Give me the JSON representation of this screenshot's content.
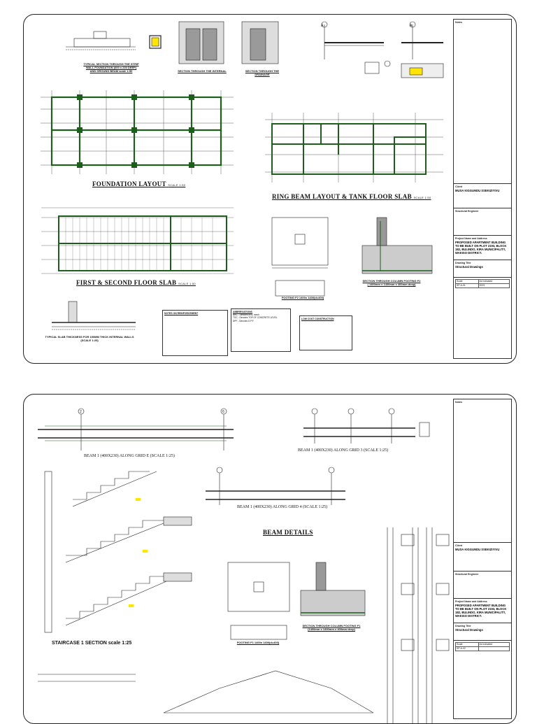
{
  "sheet1": {
    "titles": {
      "strip_section": "TYPICAL SECTION THROUGH THE STRIP",
      "strip_section_2": "WALL FOUNDATION (600 x 230 DEEP)",
      "strip_section_3": "AND GROUND BEAM scale 1:50",
      "internal_section": "SECTION THROUGH THE INTERNAL",
      "drainage_section": "SECTION THROUGH THE DRAINAGE",
      "foundation": "FOUNDATION LAYOUT",
      "foundation_scale": "SCALE 1:50",
      "ring_beam": "RING BEAM LAYOUT & TANK FLOOR SLAB",
      "ring_scale": "SCALE 1:50",
      "floor_slab": "FIRST & SECOND FLOOR SLAB",
      "floor_scale": "SCALE 1:50",
      "column_section": "SECTION THROUGH COLUMN FOOTING F2",
      "column_section_dim": "( 1400mm x 1400mm x 400mm deep)",
      "footing": "FOOTING F2 1400x 1400(d=400)",
      "slab_thickness": "TYPICAL SLAB THICKNESS FOR 150MM THICK INTERNAL WALLS",
      "slab_scale": "(SCALE 1:25)"
    },
    "notes": {
      "abbreviations_title": "ABBREVIATIONS",
      "abbreviations": [
        "BRC - Denotes BRC mesh",
        "TOC - Denotes TOP OF CONCRETE LEVEL",
        "DPF - Denotes D.P.F"
      ],
      "notes2_title": "NOTES ON REINFORCEMENT",
      "notes3_title": "LOW COST CONSTRUCTION"
    },
    "title_block": {
      "notes_label": "Notes",
      "client_label": "Client",
      "client": "MUSA KIGGUNDU SSEKIZIYIVU",
      "engineer_label": "Structural Engineer",
      "project_label": "Project Name and Address",
      "project": "PROPOSED APARTMENT BUILDING TO BE BUILT ON PLOT 2193, BLOCK 182, BULINDO, KIRA MUNICIPALITY, WAKISO DISTRICT.",
      "drawing_title_label": "Drawing Title",
      "drawing_title": "Structural Drawings",
      "scale_label": "Scale",
      "scale": "As Indicated",
      "sheet_no": "SP-A-01",
      "date": "2023"
    }
  },
  "sheet2": {
    "titles": {
      "beam_e": "BEAM 1 (400X230) ALONG GRID E (SCALE 1:25)",
      "beam_3": "BEAM 1 (400X230) ALONG GRID 3 (SCALE 1:25)",
      "beam_4": "BEAM 1 (400X230) ALONG GRID 4 (SCALE 1:25)",
      "beam_details": "BEAM DETAILS",
      "staircase": "STAIRCASE 1 SECTION scale 1:25",
      "column_section": "SECTION THROUGH COLUMN FOOTING F1",
      "column_section_dim": "(1400mm x 1400mm x 400mm deep)",
      "footing": "FOOTING F1 1400x 1400(d=400)"
    },
    "title_block": {
      "notes_label": "Notes",
      "client_label": "Client",
      "client": "MUSA KIGGUNDU SSEKIZIYIVU",
      "engineer_label": "Structural Engineer",
      "project_label": "Project Name and Address",
      "project": "PROPOSED APARTMENT BUILDING TO BE BUILT ON PLOT 2193, BLOCK 182, BULINDO, KIRA MUNICIPALITY, WAKISO DISTRICT.",
      "drawing_title_label": "Drawing Title",
      "drawing_title": "Structural Drawings",
      "scale_label": "Scale",
      "scale": "As Indicated",
      "sheet_no": "SP-A-02"
    }
  }
}
